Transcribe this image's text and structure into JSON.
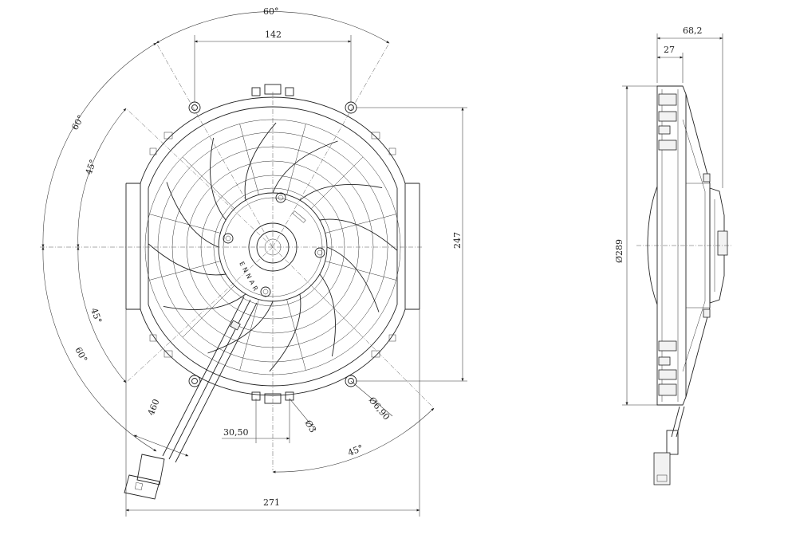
{
  "drawing": {
    "background": "#ffffff",
    "line_color": "#222222",
    "front_view": {
      "dimensions": {
        "angle_top": "60°",
        "hole_spacing_top": "142",
        "angle_left_upper_60": "60°",
        "angle_left_upper_45": "45°",
        "angle_left_lower_45": "45°",
        "angle_left_lower_60": "60°",
        "height_holes": "247",
        "cable_length": "460",
        "tab_spacing": "30,50",
        "small_hole_dia": "Ø3",
        "mount_hole_dia": "Ø6,90",
        "angle_bottom_right": "45°",
        "overall_width": "271"
      },
      "blade_count": 12,
      "hub_text": "ENNAR"
    },
    "side_view": {
      "dimensions": {
        "overall_depth": "68,2",
        "frame_depth": "27",
        "diameter": "Ø289"
      }
    }
  }
}
